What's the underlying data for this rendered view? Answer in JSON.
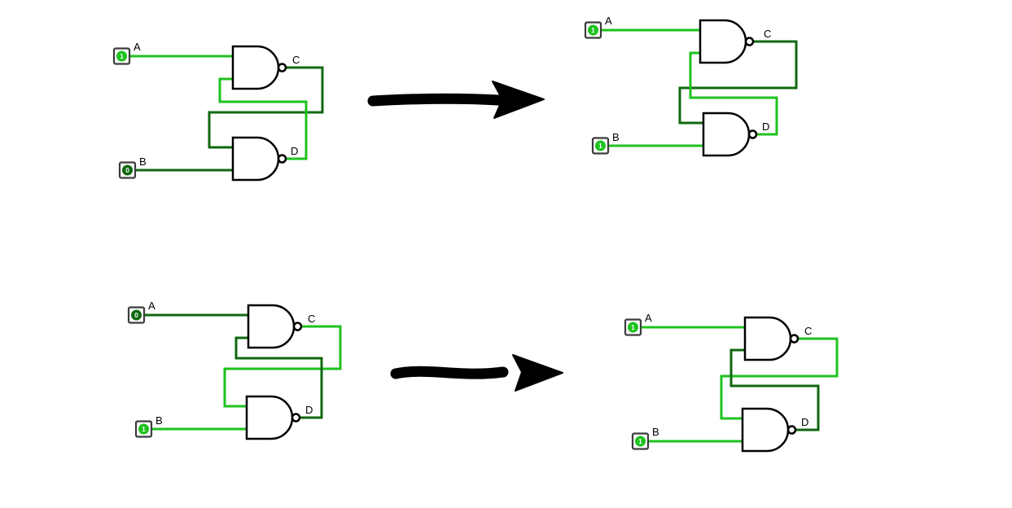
{
  "gate_type": "NAND",
  "colors": {
    "on": "#1ec21e",
    "off": "#0f690f",
    "gate_stroke": "#000000",
    "arrow": "#000000"
  },
  "circuits": [
    {
      "position": "top-left",
      "input_a": {
        "label": "A",
        "value": "1",
        "color": "#1ec21e"
      },
      "input_b": {
        "label": "B",
        "value": "0",
        "color": "#0f690f"
      },
      "output_c": {
        "label": "C",
        "color": "#0f690f"
      },
      "output_d": {
        "label": "D",
        "color": "#1ec21e"
      }
    },
    {
      "position": "top-right",
      "input_a": {
        "label": "A",
        "value": "1",
        "color": "#1ec21e"
      },
      "input_b": {
        "label": "B",
        "value": "1",
        "color": "#1ec21e"
      },
      "output_c": {
        "label": "C",
        "color": "#0f690f"
      },
      "output_d": {
        "label": "D",
        "color": "#1ec21e"
      }
    },
    {
      "position": "bottom-left",
      "input_a": {
        "label": "A",
        "value": "0",
        "color": "#0f690f"
      },
      "input_b": {
        "label": "B",
        "value": "1",
        "color": "#1ec21e"
      },
      "output_c": {
        "label": "C",
        "color": "#1ec21e"
      },
      "output_d": {
        "label": "D",
        "color": "#0f690f"
      }
    },
    {
      "position": "bottom-right",
      "input_a": {
        "label": "A",
        "value": "1",
        "color": "#1ec21e"
      },
      "input_b": {
        "label": "B",
        "value": "1",
        "color": "#1ec21e"
      },
      "output_c": {
        "label": "C",
        "color": "#1ec21e"
      },
      "output_d": {
        "label": "D",
        "color": "#0f690f"
      }
    }
  ]
}
